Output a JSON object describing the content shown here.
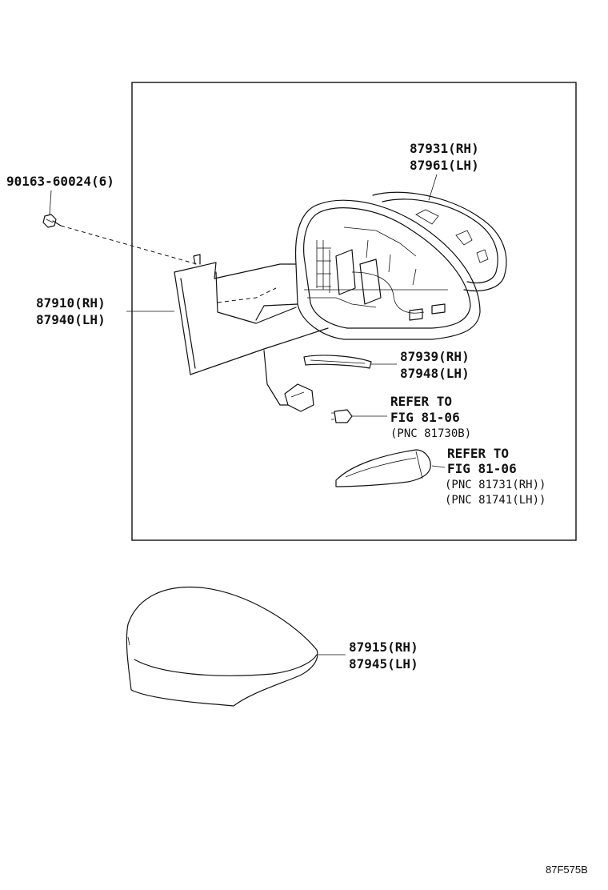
{
  "labels": {
    "screw": "90163-60024(6)",
    "mirror_rh": "87931(RH)",
    "mirror_lh": "87961(LH)",
    "outer_rh": "87910(RH)",
    "outer_lh": "87940(LH)",
    "lamp_rh": "87939(RH)",
    "lamp_lh": "87948(LH)",
    "refer1_a": "REFER TO",
    "refer1_b": "FIG 81-06",
    "refer1_c": "(PNC 81730B)",
    "refer2_a": "REFER TO",
    "refer2_b": "FIG 81-06",
    "refer2_c": "(PNC 81731(RH))",
    "refer2_d": "(PNC 81741(LH))",
    "cover_rh": "87915(RH)",
    "cover_lh": "87945(LH)",
    "figure_code": "87F575B"
  }
}
